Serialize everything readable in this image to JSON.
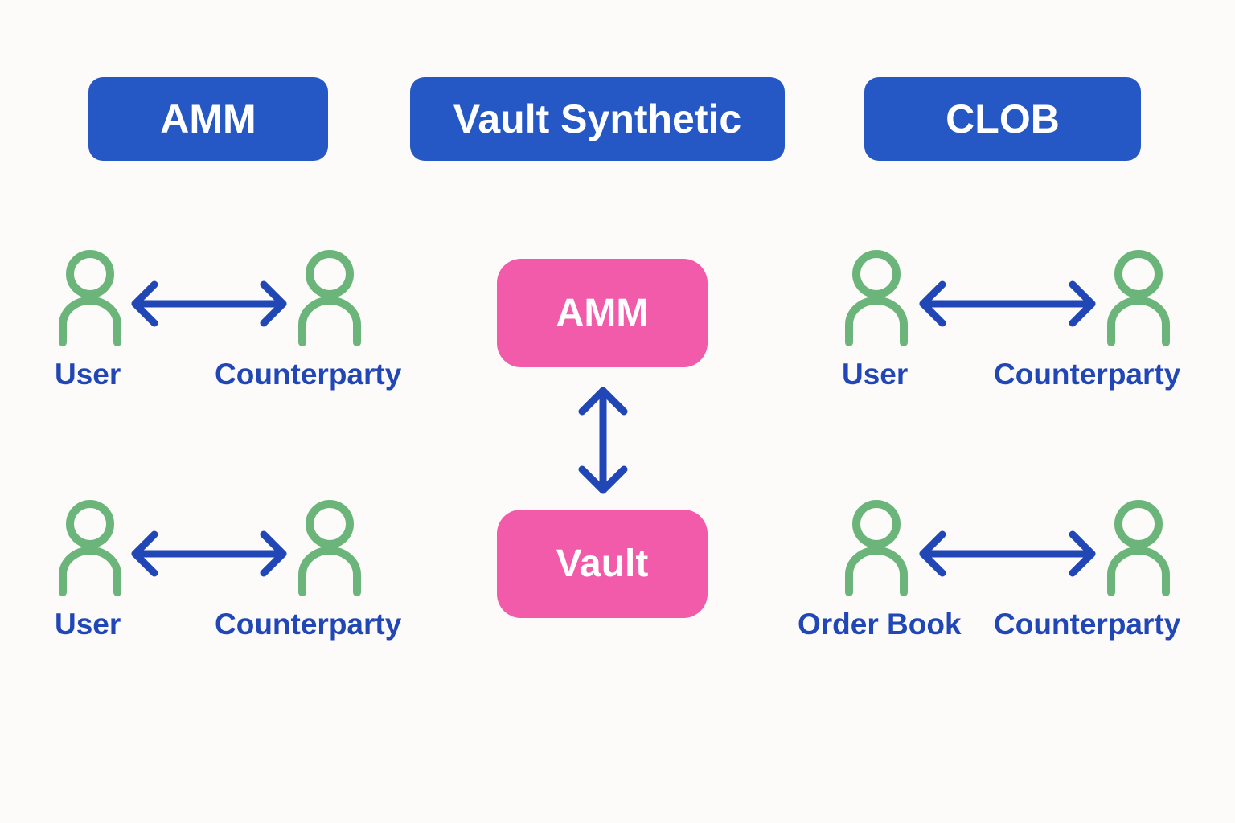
{
  "headers": {
    "amm": "AMM",
    "vault_synthetic": "Vault Synthetic",
    "clob": "CLOB"
  },
  "amm_panel": {
    "row1": {
      "left_label": "User",
      "right_label": "Counterparty"
    },
    "row2": {
      "left_label": "User",
      "right_label": "Counterparty"
    }
  },
  "vault_panel": {
    "top_box": "AMM",
    "bottom_box": "Vault"
  },
  "clob_panel": {
    "row1": {
      "left_label": "User",
      "right_label": "Counterparty"
    },
    "row2": {
      "left_label": "Order Book",
      "right_label": "Counterparty"
    }
  },
  "colors": {
    "header_bg": "#2558c5",
    "person_icon": "#6bb57a",
    "arrow": "#2147b7",
    "label_text": "#2147b7",
    "pink_box": "#f25aaa",
    "background": "#fcfbf9"
  },
  "icons": {
    "person": "user-icon",
    "horizontal_arrow": "double-arrow-horizontal-icon",
    "vertical_arrow": "double-arrow-vertical-icon"
  }
}
